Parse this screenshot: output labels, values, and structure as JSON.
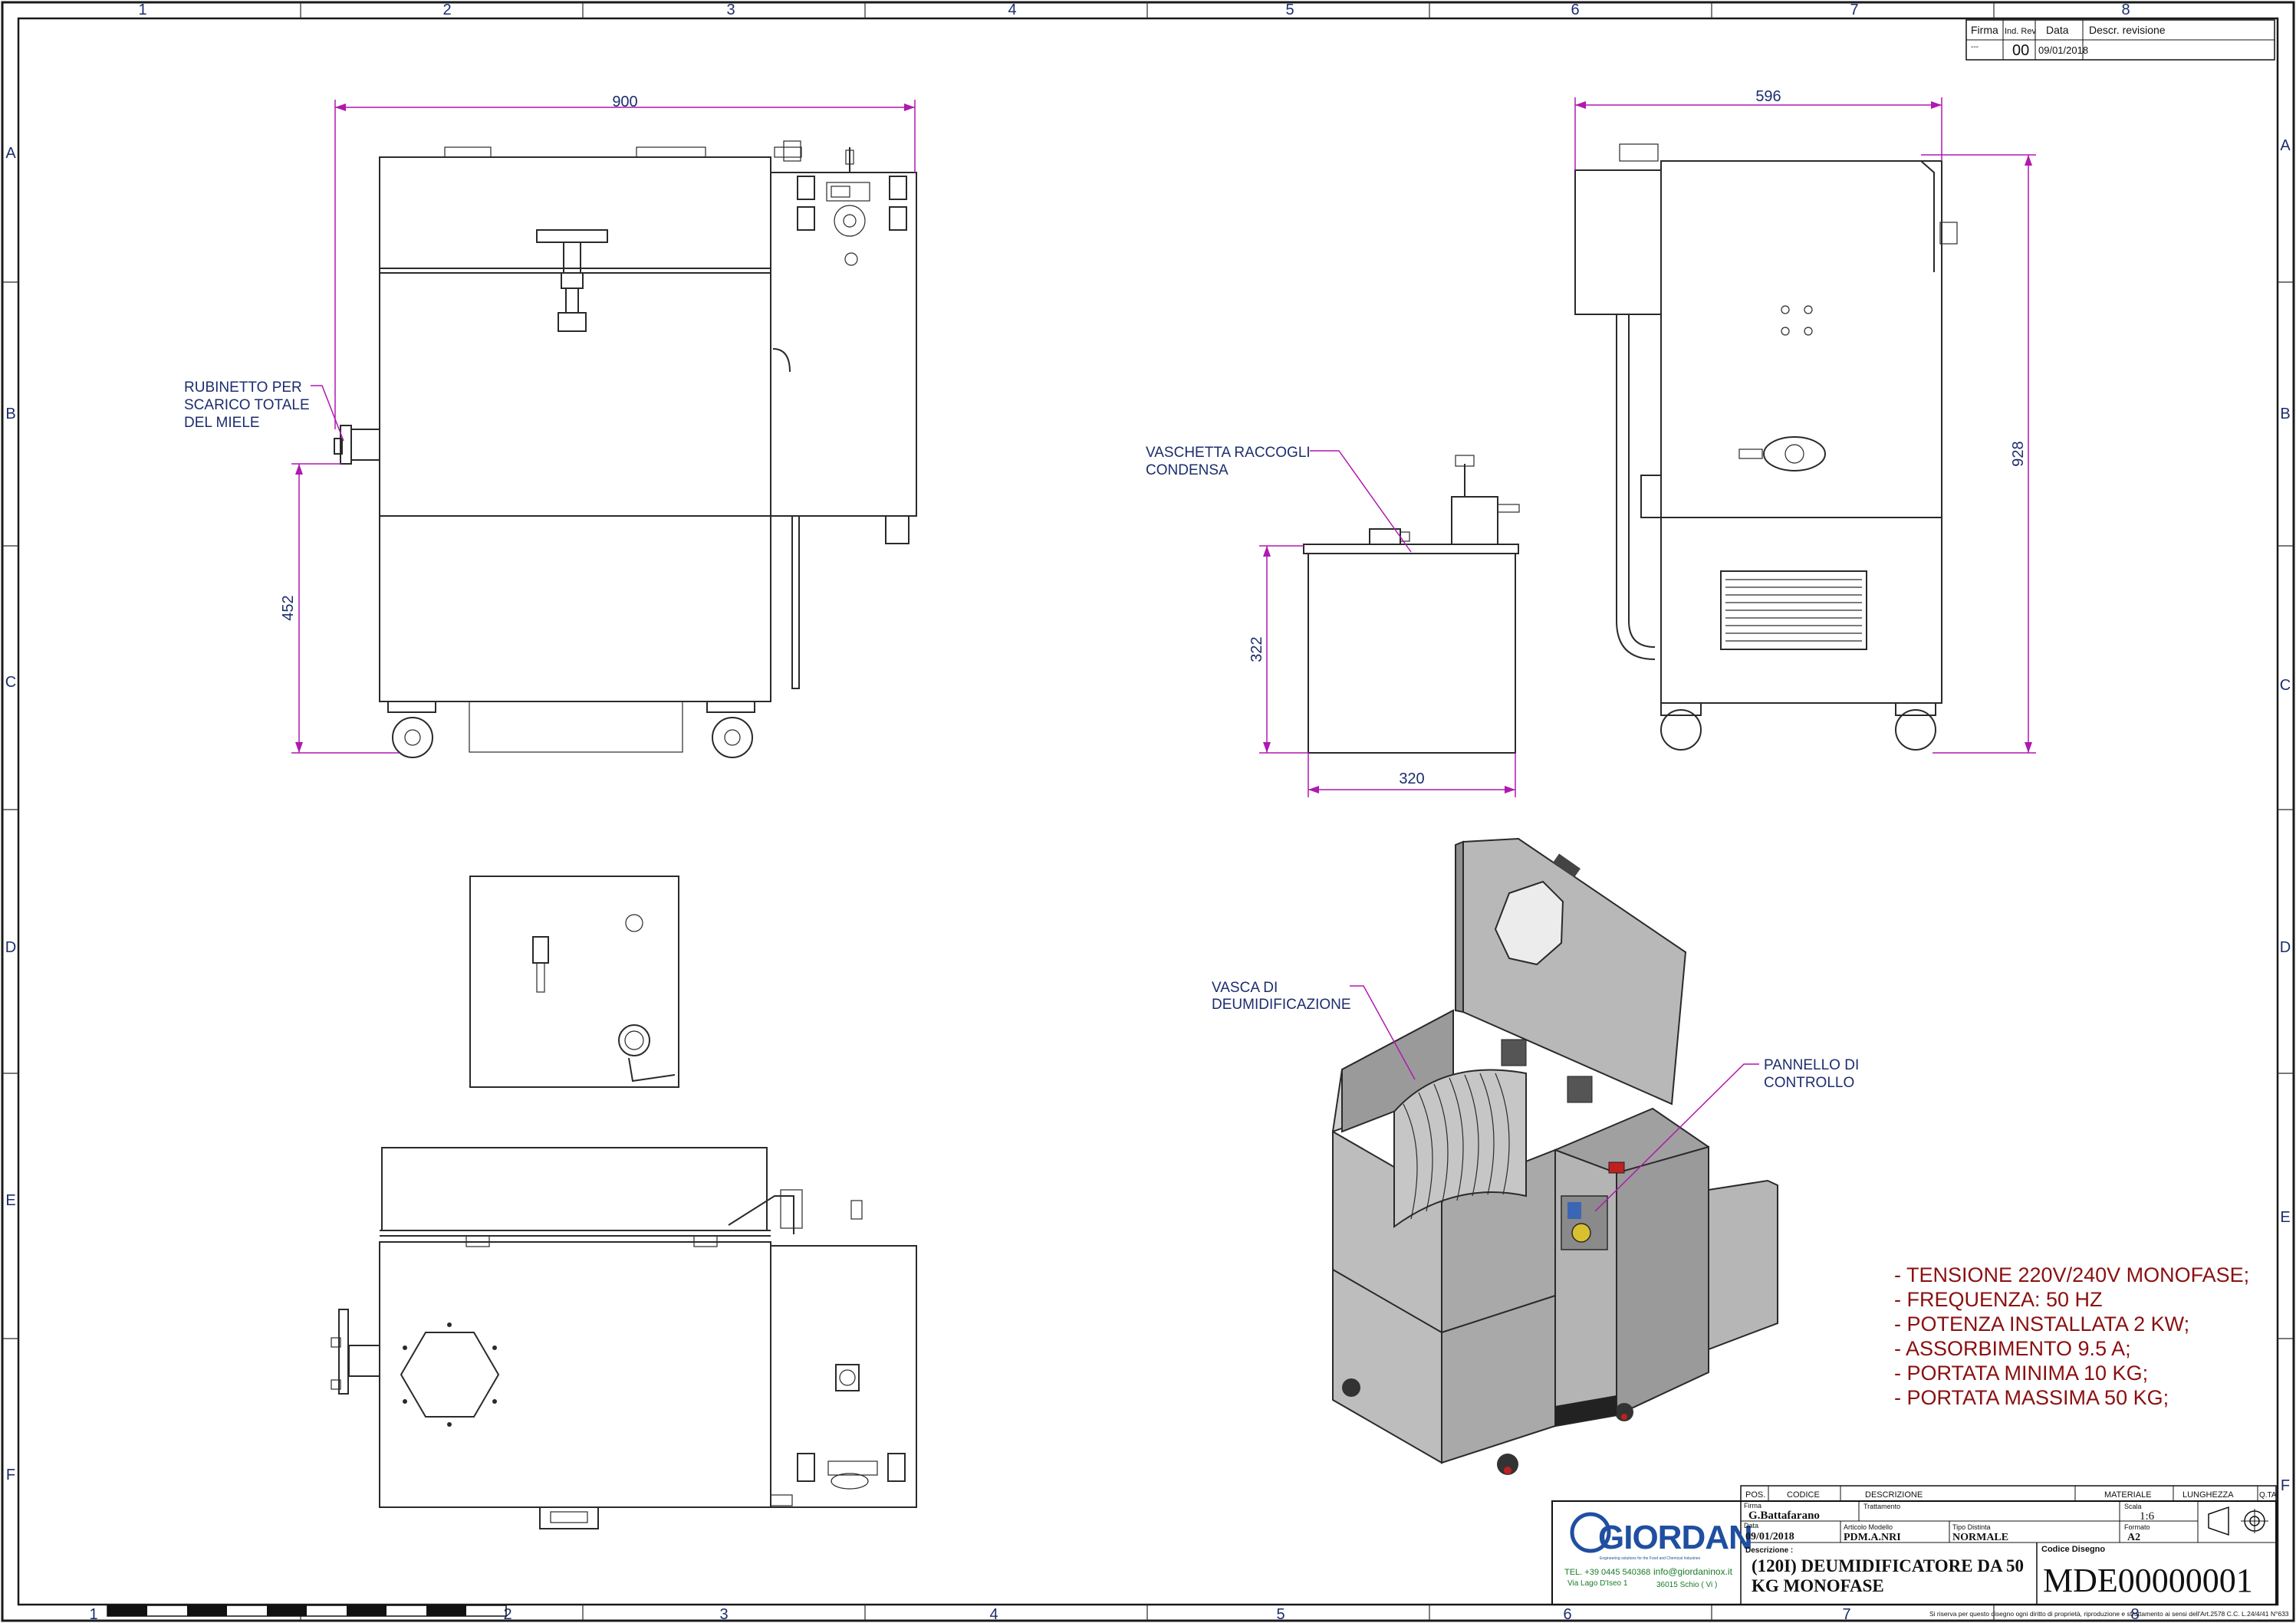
{
  "zones": {
    "columns": [
      "1",
      "2",
      "3",
      "4",
      "5",
      "6",
      "7",
      "8"
    ],
    "rows": [
      "A",
      "B",
      "C",
      "D",
      "E",
      "F"
    ]
  },
  "revision_table": {
    "headers": [
      "Firma",
      "Ind. Rev",
      "Data",
      "Descr. revisione"
    ],
    "firma": "---",
    "index": "00",
    "date": "09/01/2018"
  },
  "dimensions": {
    "front_width": "900",
    "front_tap_height": "452",
    "side_width": "596",
    "side_height": "928",
    "tray_height": "322",
    "tray_width": "320"
  },
  "callouts": {
    "tap": [
      "RUBINETTO PER",
      "SCARICO TOTALE",
      "DEL MIELE"
    ],
    "tray": [
      "VASCHETTA RACCOGLI",
      "CONDENSA"
    ],
    "tank": [
      "VASCA DI",
      "DEUMIDIFICAZIONE"
    ],
    "panel": [
      "PANNELLO DI",
      "CONTROLLO"
    ]
  },
  "specs": [
    "- TENSIONE 220V/240V MONOFASE;",
    "- FREQUENZA: 50 HZ",
    "- POTENZA INSTALLATA 2 KW;",
    "- ASSORBIMENTO 9.5 A;",
    "- PORTATA MINIMA 10 KG;",
    "- PORTATA MASSIMA 50 KG;"
  ],
  "title_block": {
    "headers": [
      "POS.",
      "CODICE",
      "DESCRIZIONE",
      "MATERIALE",
      "LUNGHEZZA",
      "Q.TA'"
    ],
    "logo": "GIORDAN",
    "logo_tagline": "Engineering solutions for the Food and Chemical Industries",
    "phone": "TEL. +39 0445 540368",
    "email": "info@giordaninox.it",
    "address1": "Via Lago D'Iseo 1",
    "address2": "36015 Schio ( Vi )",
    "firma_label": "Firma",
    "firma_value": "G.Battafarano",
    "trattamento_label": "Trattamento",
    "scala_label": "Scala",
    "scala_value": "1:6",
    "data_label": "Data",
    "data_value": "09/01/2018",
    "articolo_label": "Articolo Modello",
    "articolo_value": "PDM.A.NRI",
    "tipo_label": "Tipo Distinta",
    "tipo_value": "NORMALE",
    "formato_label": "Formato",
    "formato_value": "A2",
    "descrizione_label": "Descrizione :",
    "descrizione_line1": "(120I) DEUMIDIFICATORE DA 50",
    "descrizione_line2": "KG MONOFASE",
    "codice_label": "Codice Disegno",
    "codice_value": "MDE00000001",
    "copyright": "Si riserva per questo disegno ogni diritto di proprietà, riproduzione e sfruttamento ai sensi dell'Art.2578 C.C. L.24/4/41 N°633"
  },
  "colors": {
    "frame": "#1a1a1a",
    "dimension": "#b018b0",
    "label": "#1c2d6e",
    "spec": "#8a1010",
    "logo": "#1f4fa0"
  }
}
